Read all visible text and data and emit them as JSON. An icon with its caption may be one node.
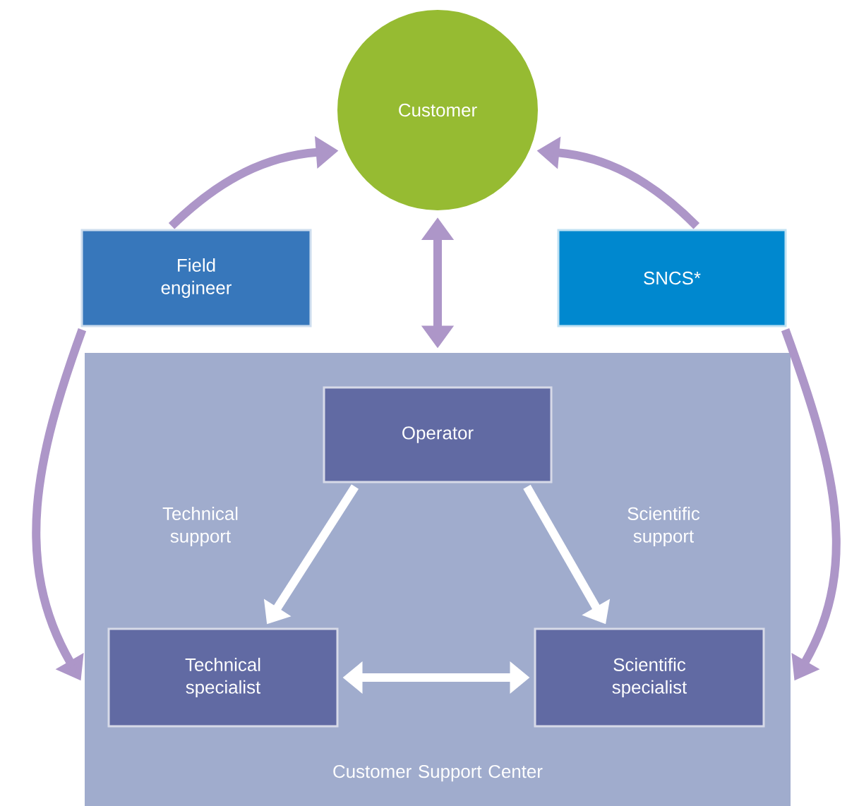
{
  "diagram": {
    "nodes": [
      {
        "text": [
          "Customer"
        ]
      },
      {
        "text": [
          "Field engineer"
        ]
      },
      {
        "text": [
          "SNCS*"
        ]
      },
      {
        "text": [
          "Customer Support Center"
        ]
      },
      {
        "text": [
          "Operator"
        ],
        "in": 3
      },
      {
        "text": [
          "Technical specialist"
        ],
        "in": 3
      },
      {
        "text": [
          "Scientific specialist"
        ],
        "in": 3
      }
    ],
    "edges": [
      {
        "from": 1,
        "to": 0,
        "arrow": "to",
        "color": "#ad96c8"
      },
      {
        "from": 1,
        "to": 3,
        "arrow": "to",
        "color": "#ad96c8"
      },
      {
        "from": 2,
        "to": 0,
        "arrow": "to",
        "color": "#ad96c8"
      },
      {
        "from": 2,
        "to": 3,
        "arrow": "to",
        "color": "#ad96c8"
      },
      {
        "from": 0,
        "to": 3,
        "arrow": "both",
        "color": "#ad96c8"
      },
      {
        "from": 4,
        "to": 5,
        "arrow": "to",
        "label": "Technical support",
        "color": "#ffffff"
      },
      {
        "from": 4,
        "to": 6,
        "arrow": "to",
        "label": "Scientific support",
        "color": "#ffffff"
      },
      {
        "from": 5,
        "to": 6,
        "arrow": "both",
        "color": "#ffffff"
      }
    ]
  }
}
